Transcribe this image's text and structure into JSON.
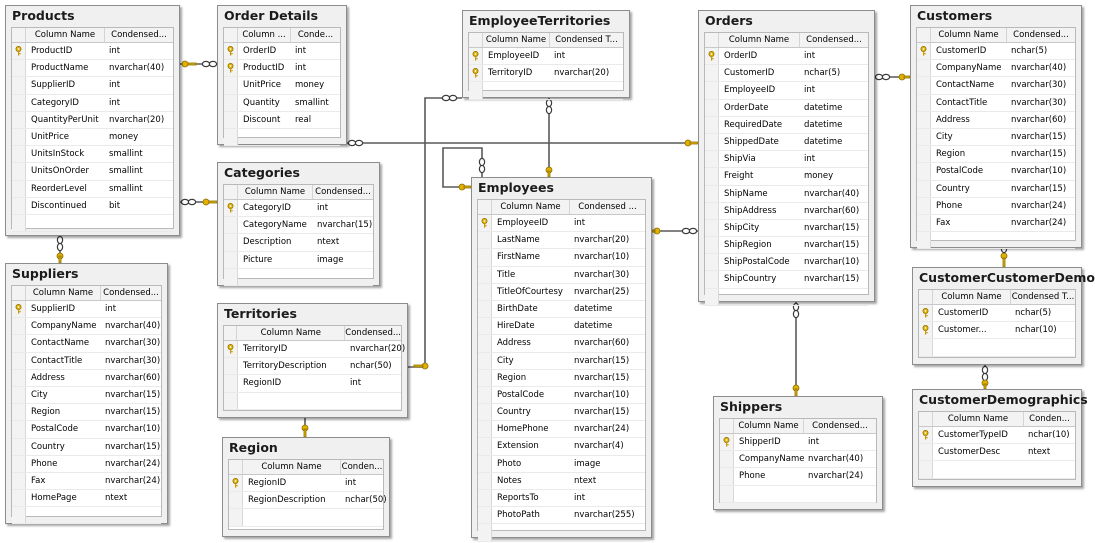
{
  "header": {
    "col_name": "Column Name",
    "col_type": "Condensed..."
  },
  "colors": {
    "border": "#8c8c8c",
    "line": "#5a5a5a",
    "key": "#e2b100"
  },
  "tables": [
    {
      "id": "products",
      "title": "Products",
      "hdr": [
        "Column Name",
        "Condensed..."
      ],
      "rows": [
        {
          "key": true,
          "name": "ProductID",
          "type": "int"
        },
        {
          "key": false,
          "name": "ProductName",
          "type": "nvarchar(40)"
        },
        {
          "key": false,
          "name": "SupplierID",
          "type": "int"
        },
        {
          "key": false,
          "name": "CategoryID",
          "type": "int"
        },
        {
          "key": false,
          "name": "QuantityPerUnit",
          "type": "nvarchar(20)"
        },
        {
          "key": false,
          "name": "UnitPrice",
          "type": "money"
        },
        {
          "key": false,
          "name": "UnitsInStock",
          "type": "smallint"
        },
        {
          "key": false,
          "name": "UnitsOnOrder",
          "type": "smallint"
        },
        {
          "key": false,
          "name": "ReorderLevel",
          "type": "smallint"
        },
        {
          "key": false,
          "name": "Discontinued",
          "type": "bit"
        }
      ]
    },
    {
      "id": "order-details",
      "title": "Order Details",
      "hdr": [
        "Column ...",
        "Conde..."
      ],
      "rows": [
        {
          "key": true,
          "name": "OrderID",
          "type": "int"
        },
        {
          "key": true,
          "name": "ProductID",
          "type": "int"
        },
        {
          "key": false,
          "name": "UnitPrice",
          "type": "money"
        },
        {
          "key": false,
          "name": "Quantity",
          "type": "smallint"
        },
        {
          "key": false,
          "name": "Discount",
          "type": "real"
        }
      ]
    },
    {
      "id": "employee-territories",
      "title": "EmployeeTerritories",
      "hdr": [
        "Column Name",
        "Condensed T..."
      ],
      "rows": [
        {
          "key": true,
          "name": "EmployeeID",
          "type": "int"
        },
        {
          "key": true,
          "name": "TerritoryID",
          "type": "nvarchar(20)"
        }
      ]
    },
    {
      "id": "orders",
      "title": "Orders",
      "hdr": [
        "Column Name",
        "Condensed..."
      ],
      "rows": [
        {
          "key": true,
          "name": "OrderID",
          "type": "int"
        },
        {
          "key": false,
          "name": "CustomerID",
          "type": "nchar(5)"
        },
        {
          "key": false,
          "name": "EmployeeID",
          "type": "int"
        },
        {
          "key": false,
          "name": "OrderDate",
          "type": "datetime"
        },
        {
          "key": false,
          "name": "RequiredDate",
          "type": "datetime"
        },
        {
          "key": false,
          "name": "ShippedDate",
          "type": "datetime"
        },
        {
          "key": false,
          "name": "ShipVia",
          "type": "int"
        },
        {
          "key": false,
          "name": "Freight",
          "type": "money"
        },
        {
          "key": false,
          "name": "ShipName",
          "type": "nvarchar(40)"
        },
        {
          "key": false,
          "name": "ShipAddress",
          "type": "nvarchar(60)"
        },
        {
          "key": false,
          "name": "ShipCity",
          "type": "nvarchar(15)"
        },
        {
          "key": false,
          "name": "ShipRegion",
          "type": "nvarchar(15)"
        },
        {
          "key": false,
          "name": "ShipPostalCode",
          "type": "nvarchar(10)"
        },
        {
          "key": false,
          "name": "ShipCountry",
          "type": "nvarchar(15)"
        }
      ]
    },
    {
      "id": "customers",
      "title": "Customers",
      "hdr": [
        "Column Name",
        "Condensed..."
      ],
      "rows": [
        {
          "key": true,
          "name": "CustomerID",
          "type": "nchar(5)"
        },
        {
          "key": false,
          "name": "CompanyName",
          "type": "nvarchar(40)"
        },
        {
          "key": false,
          "name": "ContactName",
          "type": "nvarchar(30)"
        },
        {
          "key": false,
          "name": "ContactTitle",
          "type": "nvarchar(30)"
        },
        {
          "key": false,
          "name": "Address",
          "type": "nvarchar(60)"
        },
        {
          "key": false,
          "name": "City",
          "type": "nvarchar(15)"
        },
        {
          "key": false,
          "name": "Region",
          "type": "nvarchar(15)"
        },
        {
          "key": false,
          "name": "PostalCode",
          "type": "nvarchar(10)"
        },
        {
          "key": false,
          "name": "Country",
          "type": "nvarchar(15)"
        },
        {
          "key": false,
          "name": "Phone",
          "type": "nvarchar(24)"
        },
        {
          "key": false,
          "name": "Fax",
          "type": "nvarchar(24)"
        }
      ]
    },
    {
      "id": "categories",
      "title": "Categories",
      "hdr": [
        "Column Name",
        "Condensed..."
      ],
      "rows": [
        {
          "key": true,
          "name": "CategoryID",
          "type": "int"
        },
        {
          "key": false,
          "name": "CategoryName",
          "type": "nvarchar(15)"
        },
        {
          "key": false,
          "name": "Description",
          "type": "ntext"
        },
        {
          "key": false,
          "name": "Picture",
          "type": "image"
        }
      ]
    },
    {
      "id": "employees",
      "title": "Employees",
      "hdr": [
        "Column Name",
        "Condensed ..."
      ],
      "rows": [
        {
          "key": true,
          "name": "EmployeeID",
          "type": "int"
        },
        {
          "key": false,
          "name": "LastName",
          "type": "nvarchar(20)"
        },
        {
          "key": false,
          "name": "FirstName",
          "type": "nvarchar(10)"
        },
        {
          "key": false,
          "name": "Title",
          "type": "nvarchar(30)"
        },
        {
          "key": false,
          "name": "TitleOfCourtesy",
          "type": "nvarchar(25)"
        },
        {
          "key": false,
          "name": "BirthDate",
          "type": "datetime"
        },
        {
          "key": false,
          "name": "HireDate",
          "type": "datetime"
        },
        {
          "key": false,
          "name": "Address",
          "type": "nvarchar(60)"
        },
        {
          "key": false,
          "name": "City",
          "type": "nvarchar(15)"
        },
        {
          "key": false,
          "name": "Region",
          "type": "nvarchar(15)"
        },
        {
          "key": false,
          "name": "PostalCode",
          "type": "nvarchar(10)"
        },
        {
          "key": false,
          "name": "Country",
          "type": "nvarchar(15)"
        },
        {
          "key": false,
          "name": "HomePhone",
          "type": "nvarchar(24)"
        },
        {
          "key": false,
          "name": "Extension",
          "type": "nvarchar(4)"
        },
        {
          "key": false,
          "name": "Photo",
          "type": "image"
        },
        {
          "key": false,
          "name": "Notes",
          "type": "ntext"
        },
        {
          "key": false,
          "name": "ReportsTo",
          "type": "int"
        },
        {
          "key": false,
          "name": "PhotoPath",
          "type": "nvarchar(255)"
        }
      ]
    },
    {
      "id": "suppliers",
      "title": "Suppliers",
      "hdr": [
        "Column Name",
        "Condensed..."
      ],
      "rows": [
        {
          "key": true,
          "name": "SupplierID",
          "type": "int"
        },
        {
          "key": false,
          "name": "CompanyName",
          "type": "nvarchar(40)"
        },
        {
          "key": false,
          "name": "ContactName",
          "type": "nvarchar(30)"
        },
        {
          "key": false,
          "name": "ContactTitle",
          "type": "nvarchar(30)"
        },
        {
          "key": false,
          "name": "Address",
          "type": "nvarchar(60)"
        },
        {
          "key": false,
          "name": "City",
          "type": "nvarchar(15)"
        },
        {
          "key": false,
          "name": "Region",
          "type": "nvarchar(15)"
        },
        {
          "key": false,
          "name": "PostalCode",
          "type": "nvarchar(10)"
        },
        {
          "key": false,
          "name": "Country",
          "type": "nvarchar(15)"
        },
        {
          "key": false,
          "name": "Phone",
          "type": "nvarchar(24)"
        },
        {
          "key": false,
          "name": "Fax",
          "type": "nvarchar(24)"
        },
        {
          "key": false,
          "name": "HomePage",
          "type": "ntext"
        }
      ]
    },
    {
      "id": "territories",
      "title": "Territories",
      "hdr": [
        "Column Name",
        "Condensed..."
      ],
      "rows": [
        {
          "key": true,
          "name": "TerritoryID",
          "type": "nvarchar(20)"
        },
        {
          "key": false,
          "name": "TerritoryDescription",
          "type": "nchar(50)"
        },
        {
          "key": false,
          "name": "RegionID",
          "type": "int"
        }
      ]
    },
    {
      "id": "region",
      "title": "Region",
      "hdr": [
        "Column Name",
        "Conden..."
      ],
      "rows": [
        {
          "key": true,
          "name": "RegionID",
          "type": "int"
        },
        {
          "key": false,
          "name": "RegionDescription",
          "type": "nchar(50)"
        }
      ]
    },
    {
      "id": "customer-customer-demo",
      "title": "CustomerCustomerDemo",
      "hdr": [
        "Column Name",
        "Condensed T..."
      ],
      "rows": [
        {
          "key": true,
          "name": "CustomerID",
          "type": "nchar(5)"
        },
        {
          "key": true,
          "name": "Customer...",
          "type": "nchar(10)"
        }
      ]
    },
    {
      "id": "customer-demographics",
      "title": "CustomerDemographics",
      "hdr": [
        "Column Name",
        "Conden..."
      ],
      "rows": [
        {
          "key": true,
          "name": "CustomerTypeID",
          "type": "nchar(10)"
        },
        {
          "key": false,
          "name": "CustomerDesc",
          "type": "ntext"
        }
      ]
    },
    {
      "id": "shippers",
      "title": "Shippers",
      "hdr": [
        "Column Name",
        "Condensed..."
      ],
      "rows": [
        {
          "key": true,
          "name": "ShipperID",
          "type": "int"
        },
        {
          "key": false,
          "name": "CompanyName",
          "type": "nvarchar(40)"
        },
        {
          "key": false,
          "name": "Phone",
          "type": "nvarchar(24)"
        }
      ]
    }
  ],
  "relationships": [
    {
      "from": "Order Details",
      "to": "Products"
    },
    {
      "from": "Products",
      "to": "Categories"
    },
    {
      "from": "Products",
      "to": "Suppliers"
    },
    {
      "from": "Order Details",
      "to": "Orders"
    },
    {
      "from": "Orders",
      "to": "Customers"
    },
    {
      "from": "Orders",
      "to": "Employees"
    },
    {
      "from": "Orders",
      "to": "Shippers"
    },
    {
      "from": "EmployeeTerritories",
      "to": "Employees"
    },
    {
      "from": "EmployeeTerritories",
      "to": "Territories"
    },
    {
      "from": "Territories",
      "to": "Region"
    },
    {
      "from": "Employees",
      "to": "Employees"
    },
    {
      "from": "CustomerCustomerDemo",
      "to": "Customers"
    },
    {
      "from": "CustomerCustomerDemo",
      "to": "CustomerDemographics"
    }
  ]
}
